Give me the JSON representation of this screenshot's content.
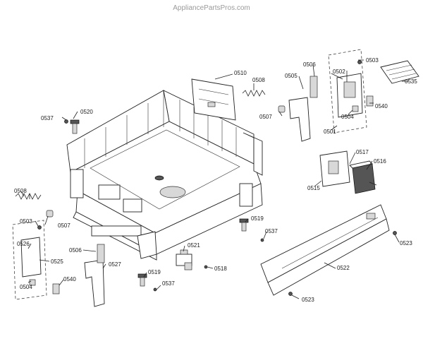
{
  "watermark": "AppliancePartsPros.com",
  "part_labels": [
    "0503",
    "0535",
    "0506",
    "0505",
    "0502",
    "0540",
    "0504",
    "0501",
    "0510",
    "0508",
    "0507",
    "0537",
    "0520",
    "0517",
    "0516",
    "0515",
    "0508",
    "0503",
    "0507",
    "0519",
    "0537",
    "0526",
    "0525",
    "0506",
    "0527",
    "0521",
    "0504",
    "0540",
    "0519",
    "0518",
    "0537",
    "0522",
    "0523",
    "0523"
  ]
}
